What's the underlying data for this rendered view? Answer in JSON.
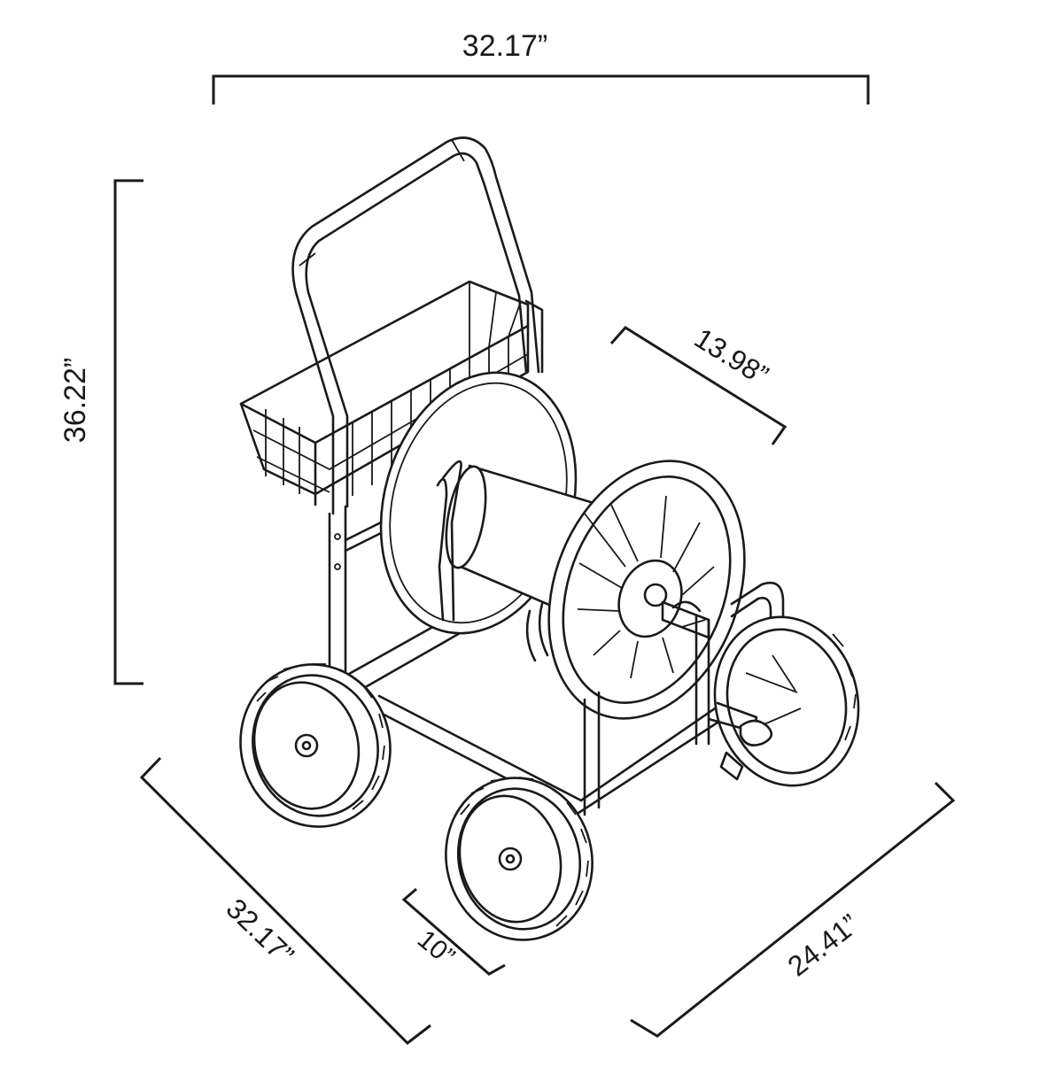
{
  "dimensions": {
    "top_width": "32.17”",
    "height": "36.22”",
    "reel_width": "13.98”",
    "base_depth": "32.17”",
    "wheel_diameter": "10”",
    "base_width": "24.41”"
  },
  "colors": {
    "line": "#1a1a1a",
    "background": "#ffffff"
  }
}
